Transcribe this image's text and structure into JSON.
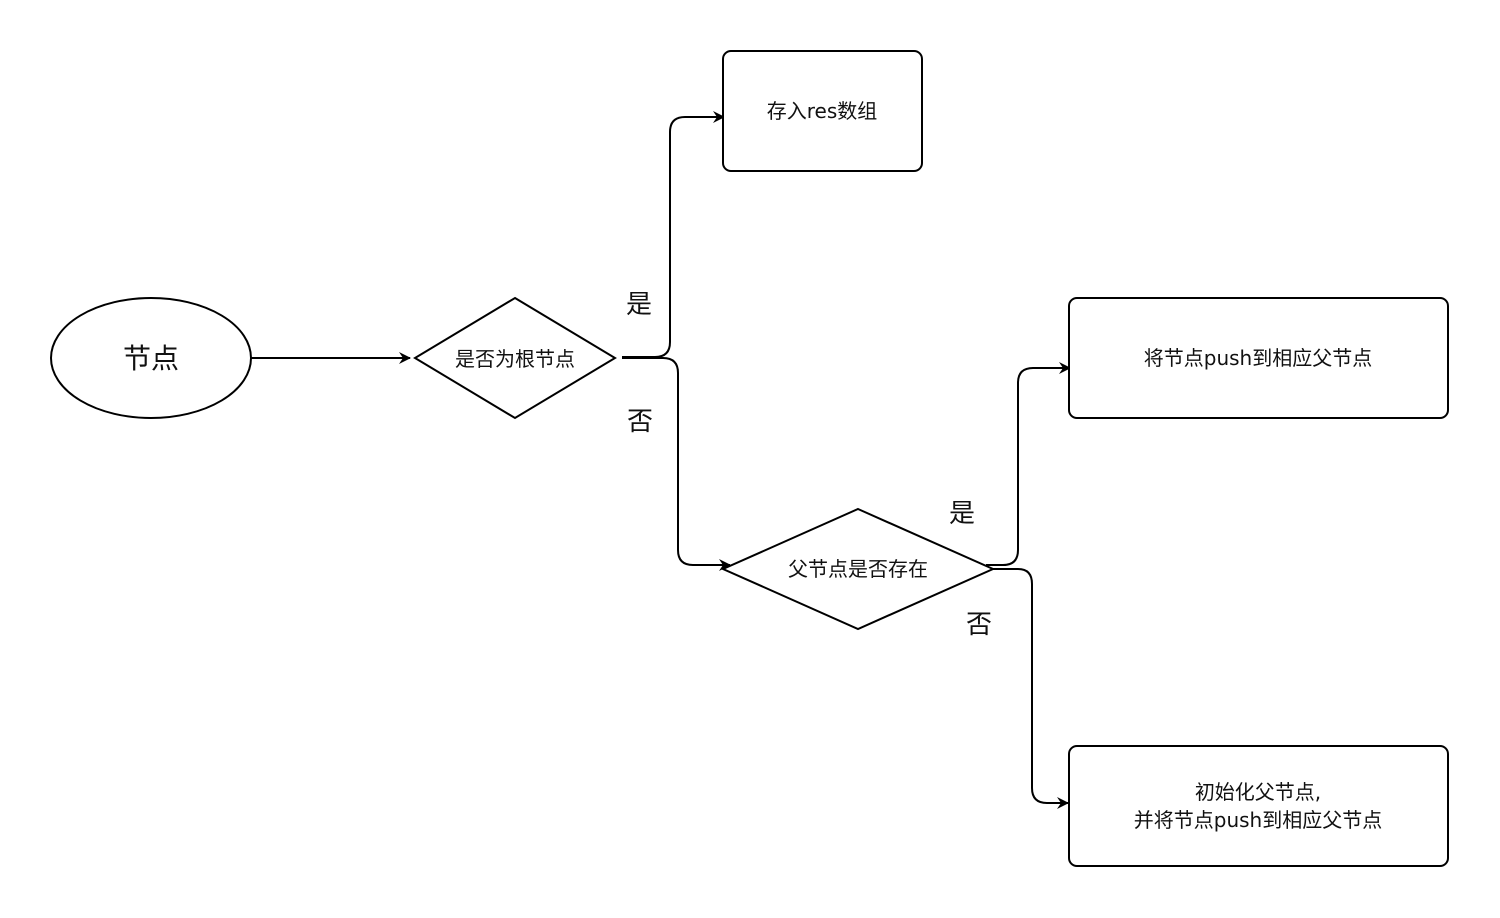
{
  "nodes": {
    "start": "节点",
    "decision_root": "是否为根节点",
    "store_res": "存入res数组",
    "decision_parent": "父节点是否存在",
    "push_parent": "将节点push到相应父节点",
    "init_parent_line1": "初始化父节点,",
    "init_parent_line2": "并将节点push到相应父节点"
  },
  "edge_labels": {
    "root_yes": "是",
    "root_no": "否",
    "parent_yes": "是",
    "parent_no": "否"
  }
}
